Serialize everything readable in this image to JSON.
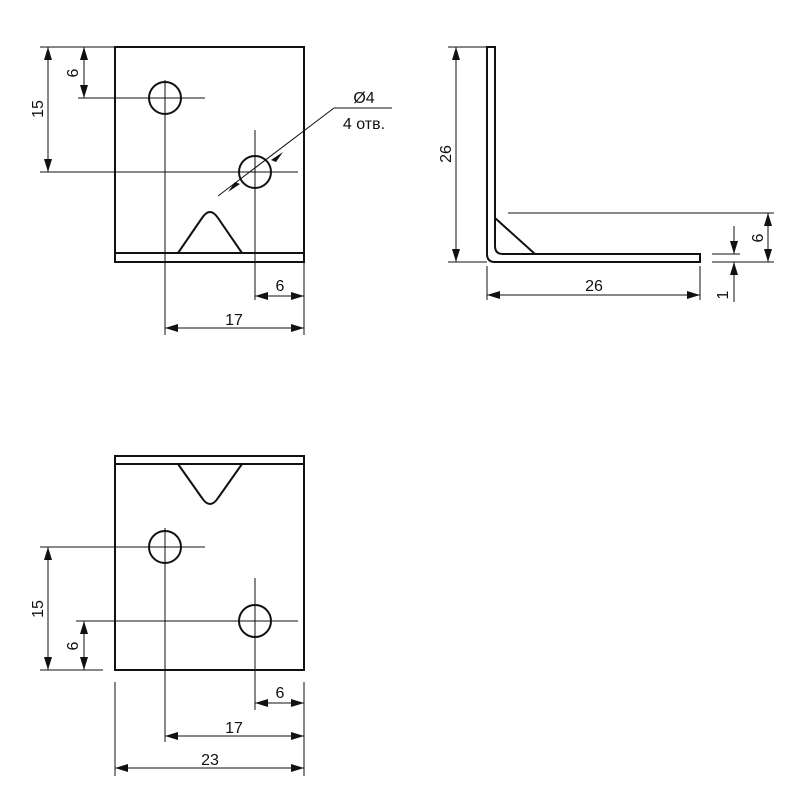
{
  "top_view": {
    "dim_hole_offset": "6",
    "dim_hole_spacing_v": "15",
    "dim_hole_edge": "6",
    "dim_hole_spacing_h": "17",
    "hole_diameter": "Ø4",
    "hole_count": "4 отв."
  },
  "side_view": {
    "dim_height": "26",
    "dim_length": "26",
    "dim_rib_height": "6",
    "dim_thickness": "1"
  },
  "front_view": {
    "dim_hole_spacing_v": "15",
    "dim_hole_offset": "6",
    "dim_hole_edge": "6",
    "dim_hole_spacing_h": "17",
    "dim_width": "23"
  }
}
